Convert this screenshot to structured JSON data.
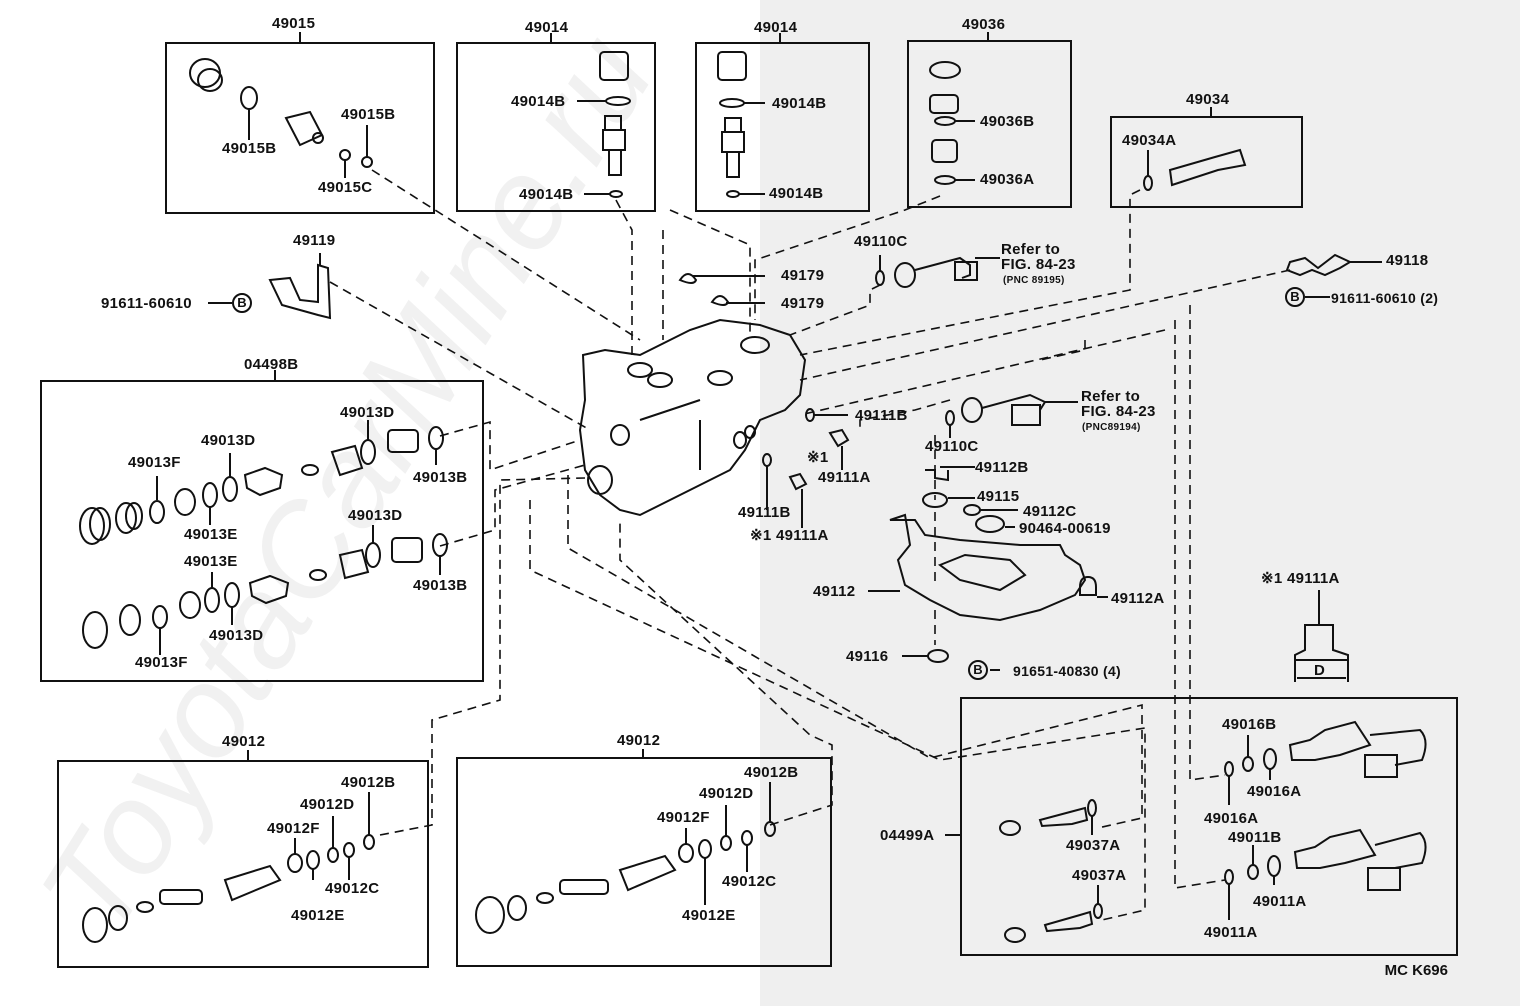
{
  "watermark": "ToyotaCarMine.ru",
  "drawing_code": "MC K696",
  "callouts": {
    "group_49015": "49015",
    "l_49015B_1": "49015B",
    "l_49015B_2": "49015B",
    "l_49015C": "49015C",
    "group_49014_a": "49014",
    "l_49014B_a1": "49014B",
    "l_49014B_a2": "49014B",
    "group_49014_b": "49014",
    "l_49014B_b1": "49014B",
    "l_49014B_b2": "49014B",
    "group_49036": "49036",
    "l_49036B": "49036B",
    "l_49036A": "49036A",
    "group_49034": "49034",
    "l_49034A": "49034A",
    "l_49119": "49119",
    "l_91611_60610_left": "91611-60610",
    "l_49179_1": "49179",
    "l_49179_2": "49179",
    "l_49110C_top": "49110C",
    "ref_top_line1": "Refer to",
    "ref_top_line2": "FIG. 84-23",
    "ref_top_line3": "(PNC 89195)",
    "l_49118": "49118",
    "l_91611_60610_right": "91611-60610 (2)",
    "group_04498B": "04498B",
    "l_49013D_1": "49013D",
    "l_49013D_2": "49013D",
    "l_49013F_1": "49013F",
    "l_49013E_1": "49013E",
    "l_49013B_1": "49013B",
    "l_49013D_3": "49013D",
    "l_49013E_2": "49013E",
    "l_49013D_4": "49013D",
    "l_49013B_2": "49013B",
    "l_49013F_2": "49013F",
    "l_49111B_1": "49111B",
    "l_49111A_1": "49111A",
    "mark_1a": "※1",
    "l_49111B_2": "49111B",
    "l_49111A_2": "※1 49111A",
    "l_49110C_mid": "49110C",
    "ref_mid_line1": "Refer to",
    "ref_mid_line2": "FIG. 84-23",
    "ref_mid_line3": "(PNC89194)",
    "l_49112B": "49112B",
    "l_49115": "49115",
    "l_49112C": "49112C",
    "l_90464_00619": "90464-00619",
    "l_49112": "49112",
    "l_49112A": "49112A",
    "l_49116": "49116",
    "l_91651_40830": "91651-40830 (4)",
    "detail_49111A": "※1  49111A",
    "detail_D": "D",
    "group_49012_a": "49012",
    "l_49012B_a": "49012B",
    "l_49012D_a": "49012D",
    "l_49012F_a": "49012F",
    "l_49012C_a": "49012C",
    "l_49012E_a": "49012E",
    "group_49012_b": "49012",
    "l_49012B_b": "49012B",
    "l_49012D_b": "49012D",
    "l_49012F_b": "49012F",
    "l_49012C_b": "49012C",
    "l_49012E_b": "49012E",
    "group_04499A": "04499A",
    "l_49037A_1": "49037A",
    "l_49037A_2": "49037A",
    "l_49016B": "49016B",
    "l_49016A_1": "49016A",
    "l_49016A_2": "49016A",
    "l_49011B": "49011B",
    "l_49011A_1": "49011A",
    "l_49011A_2": "49011A",
    "bolt_symbol": "B"
  }
}
